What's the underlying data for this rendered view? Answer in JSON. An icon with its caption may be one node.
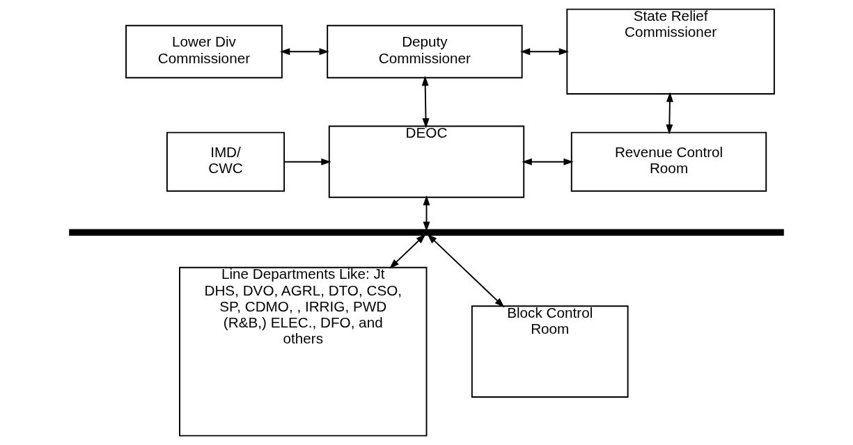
{
  "diagram": {
    "nodes": [
      {
        "text": [
          "Lower Div Commissioner"
        ]
      },
      {
        "text": [
          "Deputy Commissioner"
        ]
      },
      {
        "text": [
          "State Relief Commissioner"
        ]
      },
      {
        "text": [
          "IMD/ CWC"
        ]
      },
      {
        "text": [
          "DEOC"
        ]
      },
      {
        "text": [
          "Revenue Control Room"
        ]
      },
      {
        "text": [],
        "shape": "bar"
      },
      {
        "text": [
          "Line Departments Like: Jt DHS, DVO, AGRL, DTO, CSO, SP, CDMO, , IRRIG, PWD (R&B,) ELEC., DFO, and others"
        ]
      },
      {
        "text": [
          "Block Control Room"
        ]
      }
    ],
    "edges": [
      {
        "from": 0,
        "to": 1,
        "arrow": "both"
      },
      {
        "from": 1,
        "to": 2,
        "arrow": "both"
      },
      {
        "from": 1,
        "to": 4,
        "arrow": "both"
      },
      {
        "from": 2,
        "to": 5,
        "arrow": "both"
      },
      {
        "from": 3,
        "to": 4,
        "arrow": "to"
      },
      {
        "from": 4,
        "to": 5,
        "arrow": "both"
      },
      {
        "from": 4,
        "to": 6,
        "arrow": "both"
      },
      {
        "from": 6,
        "to": 7,
        "arrow": "both"
      },
      {
        "from": 6,
        "to": 8,
        "arrow": "both"
      }
    ]
  }
}
